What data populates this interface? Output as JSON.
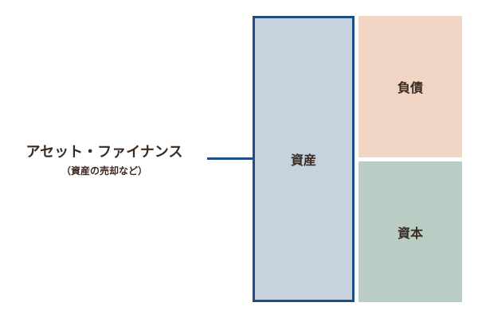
{
  "left": {
    "title": "アセット・ファイナンス",
    "subtitle": "（資産の売却など）"
  },
  "balance_sheet": {
    "assets": "資産",
    "liabilities": "負債",
    "equity": "資本"
  },
  "colors": {
    "navy": "#1f4e86",
    "assets": "#c6d2dd",
    "liabilities": "#f0d5c4",
    "equity": "#b9cdc4"
  }
}
